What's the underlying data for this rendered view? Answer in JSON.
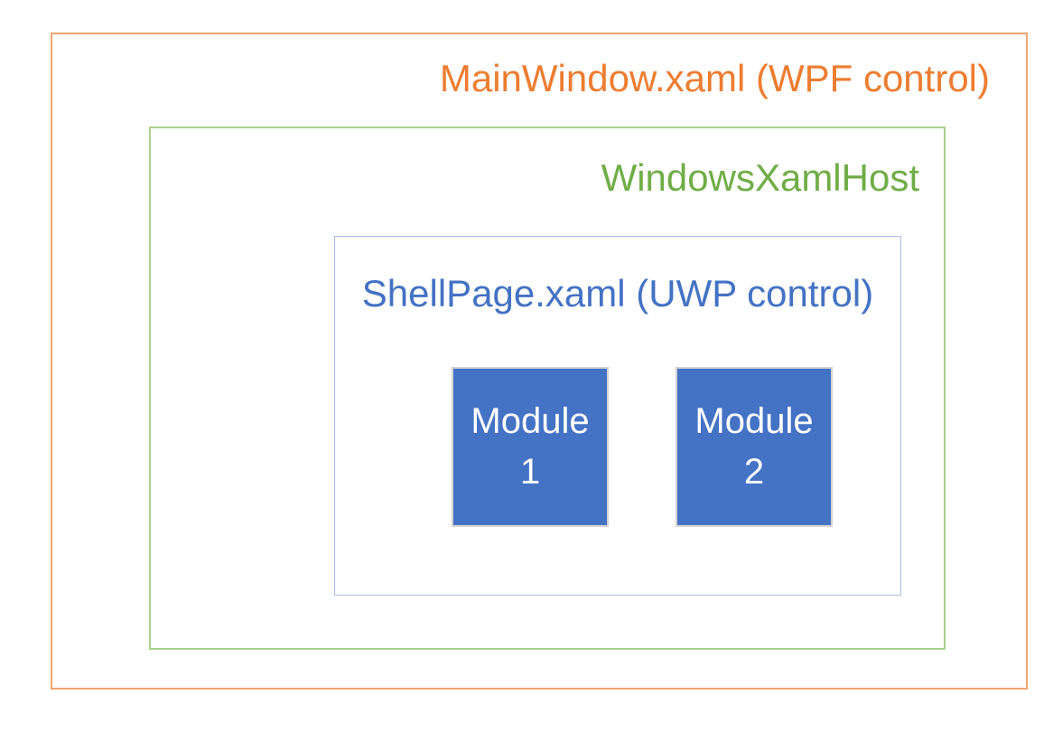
{
  "diagram": {
    "title": "WPF / UWP XAML island nesting diagram",
    "outer_box": {
      "label": "MainWindow.xaml (WPF control)",
      "text_color": "#ed7d31",
      "border_color": "#f0a470"
    },
    "host_box": {
      "label": "WindowsXamlHost",
      "text_color": "#70ad47",
      "border_color": "#a9d18e"
    },
    "shell_box": {
      "label": "ShellPage.xaml (UWP control)",
      "text_color": "#4472c4",
      "border_color": "#a7bfe3"
    },
    "modules": {
      "fill_color": "#4472c4",
      "border_color": "#d2d2d4",
      "text_color": "#ffffff",
      "items": [
        {
          "label": "Module 1"
        },
        {
          "label": "Module 2"
        }
      ]
    }
  }
}
